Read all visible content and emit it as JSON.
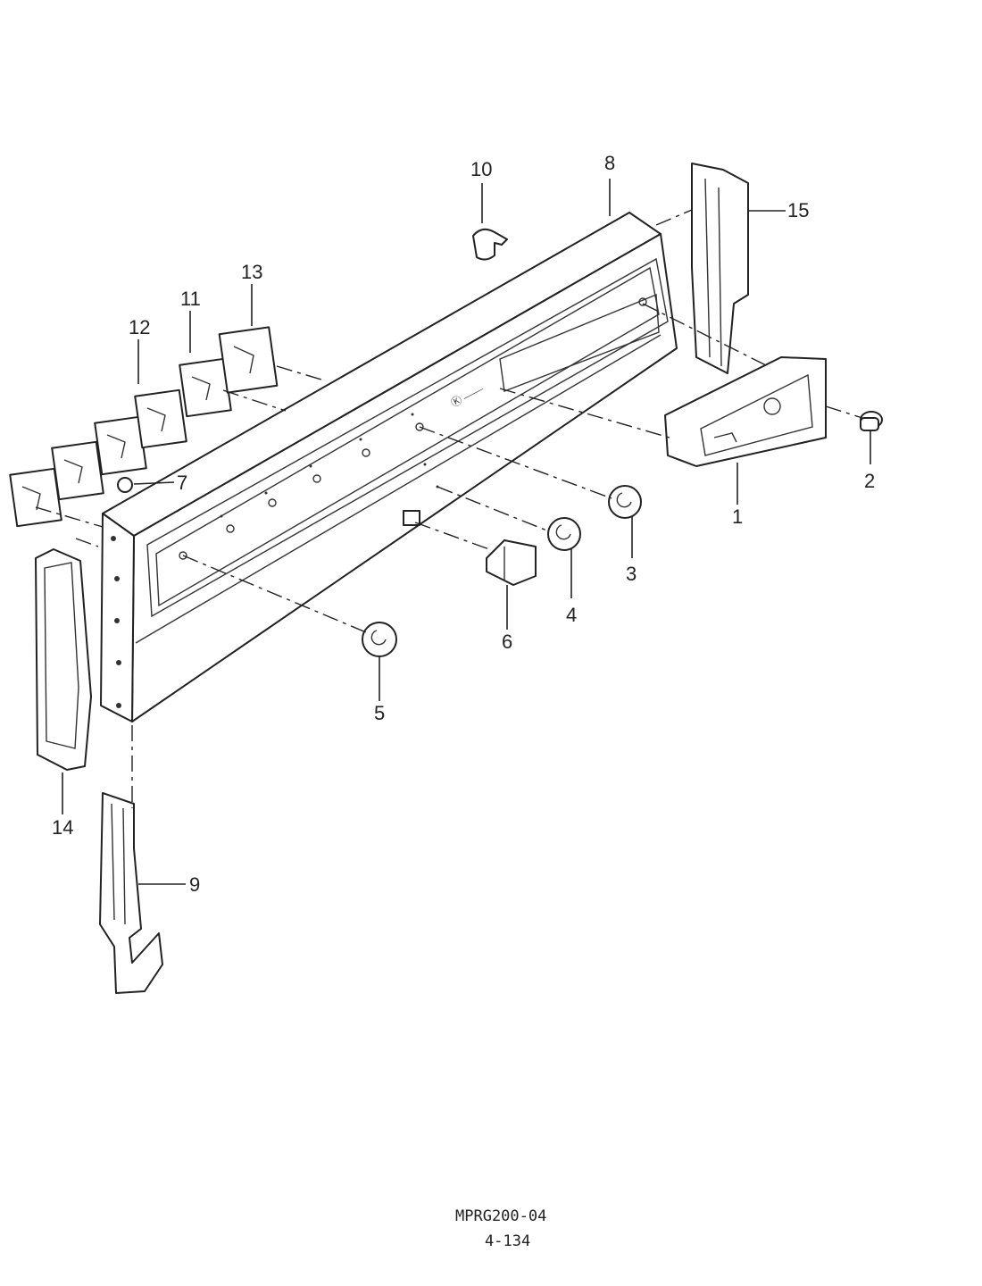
{
  "callouts": {
    "c1": "1",
    "c2": "2",
    "c3": "3",
    "c4": "4",
    "c5": "5",
    "c6": "6",
    "c7": "7",
    "c8": "8",
    "c9": "9",
    "c10": "10",
    "c11": "11",
    "c12": "12",
    "c13": "13",
    "c14": "14",
    "c15": "15"
  },
  "footer": {
    "model": "MPRG200-04",
    "page": "4-134"
  }
}
